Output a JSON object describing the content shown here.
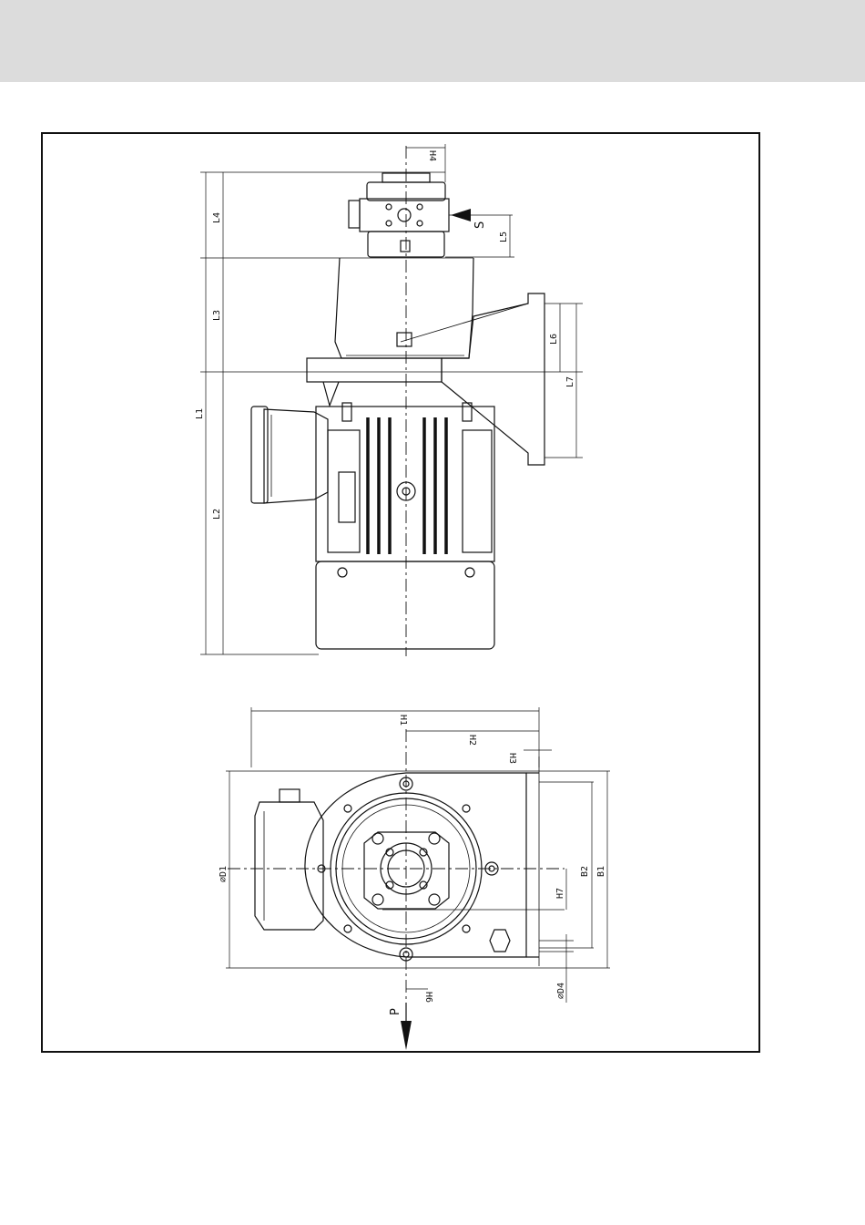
{
  "colors": {
    "header_band": "#dcdcdc",
    "line": "#111111",
    "background": "#ffffff"
  },
  "side_view": {
    "labels": {
      "L1": "L1",
      "L2": "L2",
      "L3": "L3",
      "L4": "L4",
      "L5": "L5",
      "L6": "L6",
      "L7": "L7",
      "H4": "H4",
      "S": "S"
    }
  },
  "top_view": {
    "labels": {
      "H1": "H1",
      "H2": "H2",
      "H3": "H3",
      "H6": "H6",
      "H7": "H7",
      "B1": "B1",
      "B2": "B2",
      "D1": "⌀D1",
      "D4": "⌀D4",
      "P": "P"
    }
  }
}
